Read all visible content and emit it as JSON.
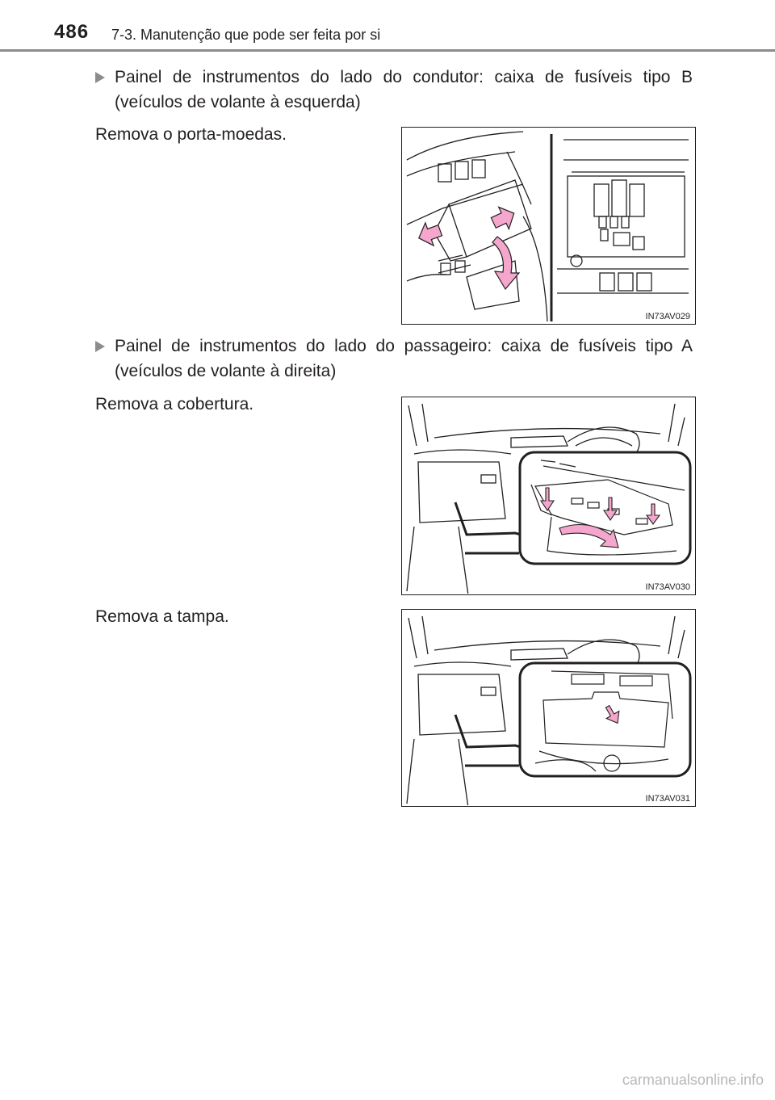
{
  "header": {
    "page_number": "486",
    "section_title": "7-3. Manutenção que pode ser feita por si"
  },
  "content": {
    "bullet1": "Painel de instrumentos do lado do condutor: caixa de fusíveis tipo B (veículos de volante à esquerda)",
    "step1": "Remova o porta-moedas.",
    "fig1_code": "IN73AV029",
    "bullet2": "Painel de instrumentos do lado do passageiro: caixa de fusíveis tipo A (veículos de volante à direita)",
    "step2": "Remova a cobertura.",
    "fig2_code": "IN73AV030",
    "step3": "Remova a tampa.",
    "fig3_code": "IN73AV031"
  },
  "footer": {
    "watermark": "carmanualsonline.info"
  },
  "colors": {
    "arrow": "#f4a6cc",
    "rule": "#8a8c8e",
    "text": "#231f20"
  }
}
